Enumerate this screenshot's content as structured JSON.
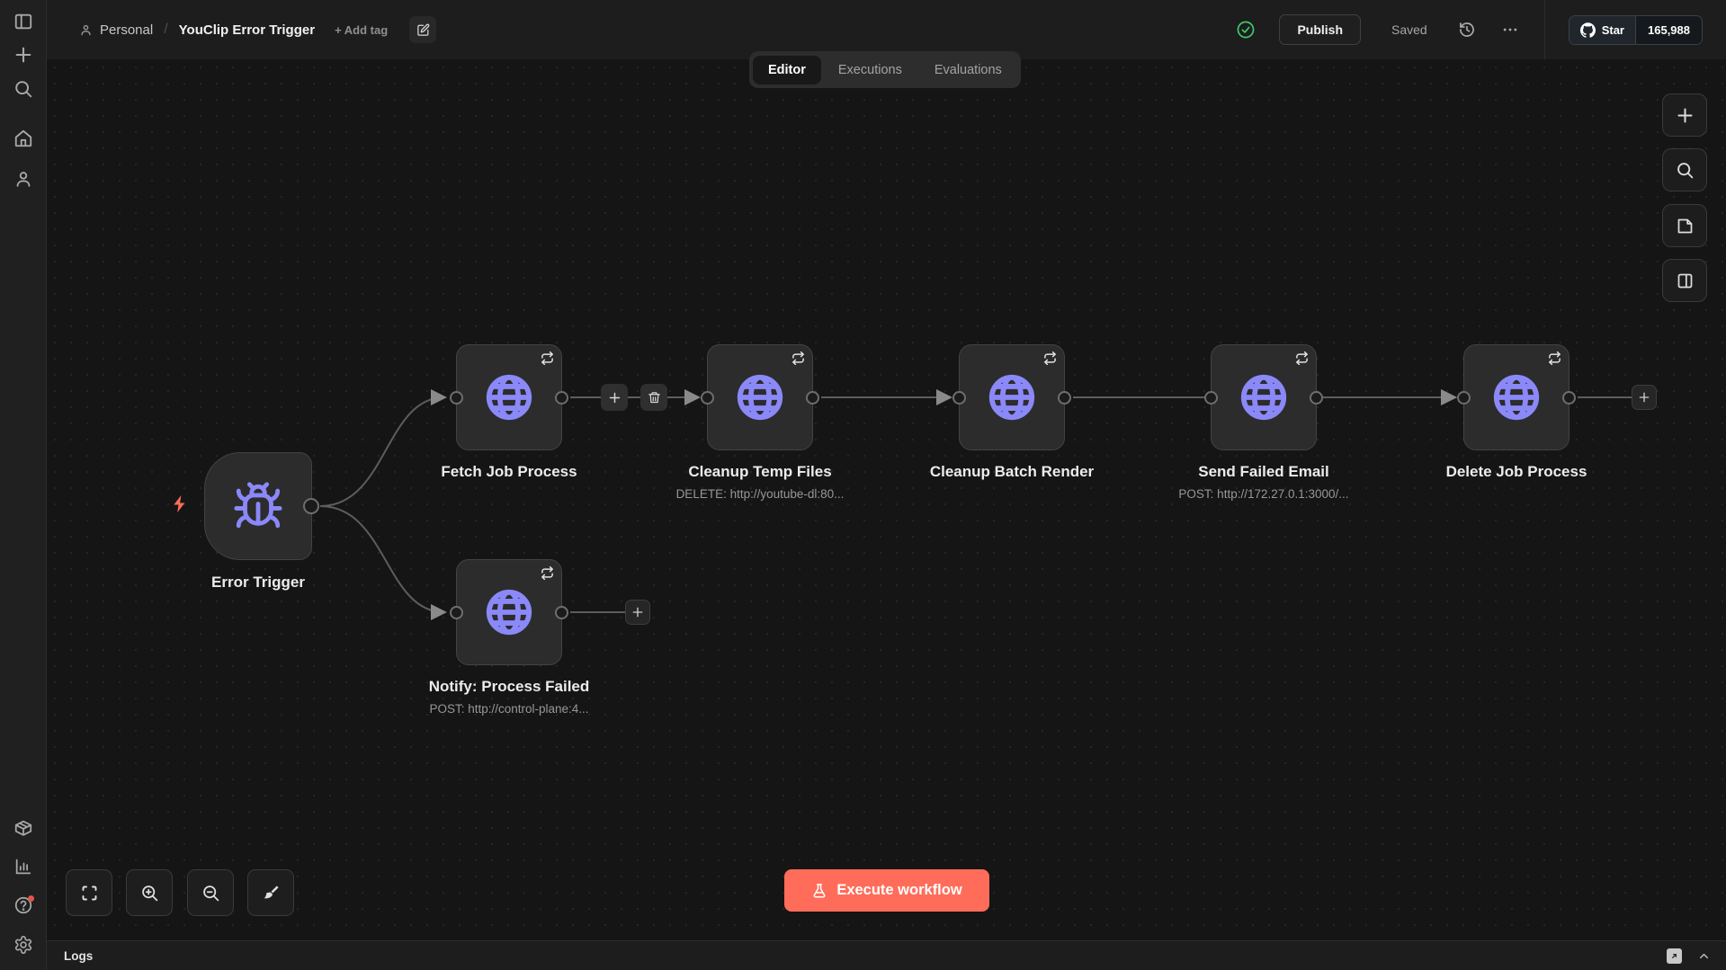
{
  "header": {
    "breadcrumb": {
      "project": "Personal",
      "separator": "/",
      "workflow_name": "YouClip Error Trigger"
    },
    "add_tag_label": "+ Add tag",
    "publish_label": "Publish",
    "saved_label": "Saved",
    "github": {
      "star_label": "Star",
      "star_count": "165,988"
    }
  },
  "tabs": [
    {
      "label": "Editor",
      "active": true
    },
    {
      "label": "Executions",
      "active": false
    },
    {
      "label": "Evaluations",
      "active": false
    }
  ],
  "canvas": {
    "nodes": [
      {
        "id": "error-trigger",
        "label": "Error Trigger",
        "subtitle": "",
        "icon": "bug-icon",
        "type": "trigger"
      },
      {
        "id": "fetch-job-process",
        "label": "Fetch Job Process",
        "subtitle": "",
        "icon": "globe-icon",
        "type": "http"
      },
      {
        "id": "cleanup-temp-files",
        "label": "Cleanup Temp Files",
        "subtitle": "DELETE: http://youtube-dl:80...",
        "icon": "globe-icon",
        "type": "http"
      },
      {
        "id": "cleanup-batch-render",
        "label": "Cleanup Batch Render",
        "subtitle": "",
        "icon": "globe-icon",
        "type": "http"
      },
      {
        "id": "send-failed-email",
        "label": "Send Failed Email",
        "subtitle": "POST: http://172.27.0.1:3000/...",
        "icon": "globe-icon",
        "type": "http"
      },
      {
        "id": "delete-job-process",
        "label": "Delete Job Process",
        "subtitle": "",
        "icon": "globe-icon",
        "type": "http"
      },
      {
        "id": "notify-process-failed",
        "label": "Notify: Process Failed",
        "subtitle": "POST: http://control-plane:4...",
        "icon": "globe-icon",
        "type": "http"
      }
    ],
    "execute_button_label": "Execute workflow"
  },
  "logs_panel": {
    "title": "Logs"
  },
  "colors": {
    "accent_orange": "#ff6d5a",
    "node_icon_purple": "#8b88f8",
    "status_green": "#3ecf6f",
    "canvas_bg": "#151515",
    "node_bg": "#2c2c2c"
  }
}
